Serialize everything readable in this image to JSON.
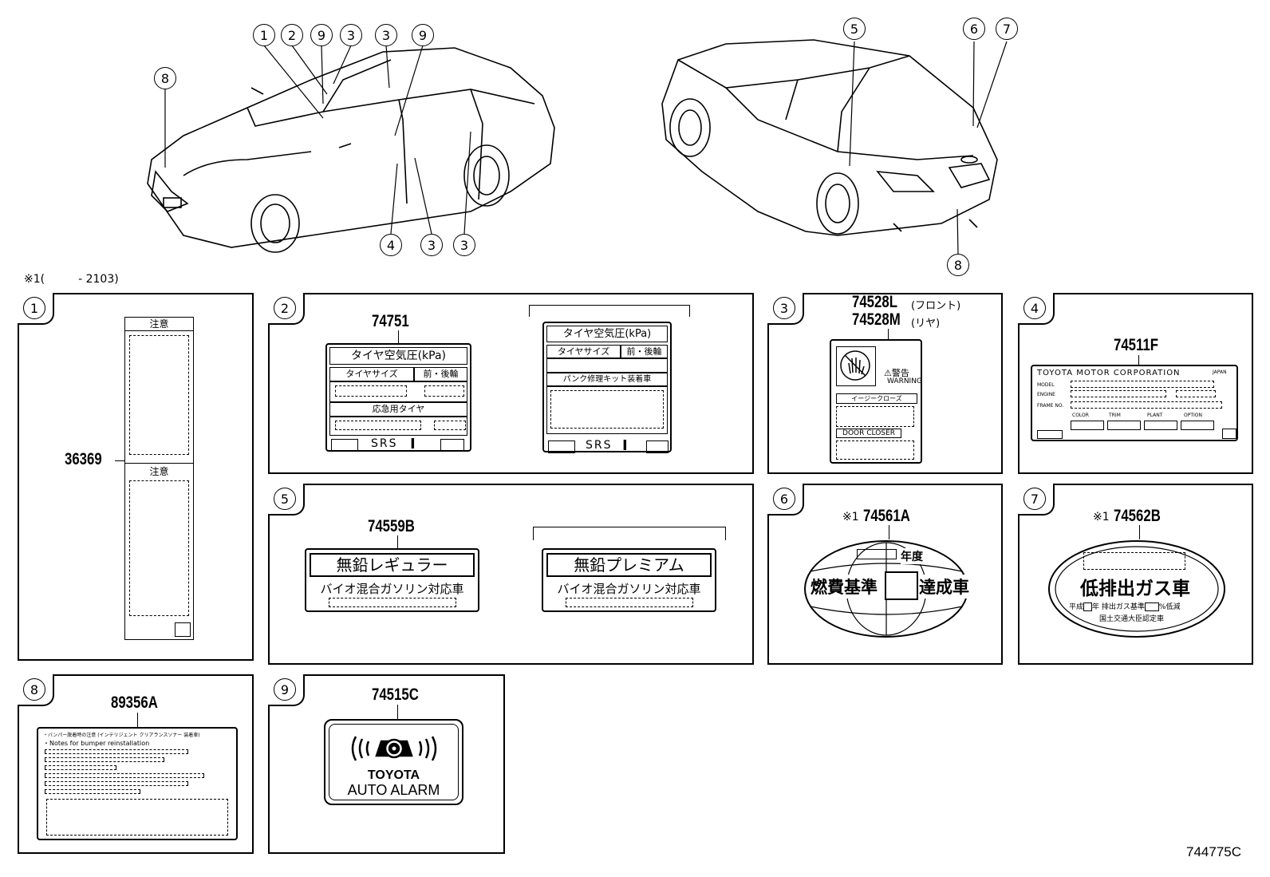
{
  "diagram_code": "744775C",
  "footnote": "※1(　　　- 2103)",
  "callouts_front": [
    "1",
    "2",
    "9",
    "3",
    "3",
    "9",
    "8",
    "4",
    "3",
    "3"
  ],
  "callouts_rear": [
    "5",
    "6",
    "7",
    "8"
  ],
  "panels": {
    "p1": {
      "num": "1",
      "part": "36369",
      "caution": "注意"
    },
    "p2": {
      "num": "2",
      "part": "74751",
      "title": "タイヤ空気圧(kPa)",
      "tire_size": "タイヤサイズ",
      "front_rear": "前・後輪",
      "spare": "応急用タイヤ",
      "repair_kit": "パンク修理キット装着車",
      "srs": "SRS"
    },
    "p3": {
      "num": "3",
      "part_front": "74528L",
      "front_note": "(フロント)",
      "part_rear": "74528M",
      "rear_note": "(リヤ)",
      "warning_jp": "⚠警告",
      "warning_en": "WARNING",
      "easy_close": "イージークローズ",
      "door_closer": "DOOR CLOSER"
    },
    "p4": {
      "num": "4",
      "part": "74511F",
      "corp": "TOYOTA MOTOR CORPORATION",
      "japan": "JAPAN",
      "model": "MODEL",
      "engine": "ENGINE",
      "frame": "FRAME NO.",
      "color": "COLOR",
      "trim": "TRIM",
      "plant": "PLANT",
      "option": "OPTION"
    },
    "p5": {
      "num": "5",
      "part": "74559B",
      "regular": "無鉛レギュラー",
      "premium": "無鉛プレミアム",
      "bio": "バイオ混合ガソリン対応車"
    },
    "p6": {
      "num": "6",
      "mark": "※1",
      "part": "74561A",
      "year": "年度",
      "fuel_std": "燃費基準",
      "achieved": "達成車"
    },
    "p7": {
      "num": "7",
      "mark": "※1",
      "part": "74562B",
      "low_emission": "低排出ガス車",
      "line1a": "平成",
      "line1b": "年",
      "line1c": "排出ガス基準",
      "line1d": "%低減",
      "line2": "国土交通大臣認定車"
    },
    "p8": {
      "num": "8",
      "part": "89356A",
      "line1": "・バンパー脱着時の注意 (インテリジェント クリアランスソナー 装着車)",
      "line2": "・Notes for bumper reinstallation"
    },
    "p9": {
      "num": "9",
      "part": "74515C",
      "brand": "TOYOTA",
      "alarm": "AUTO ALARM"
    }
  }
}
